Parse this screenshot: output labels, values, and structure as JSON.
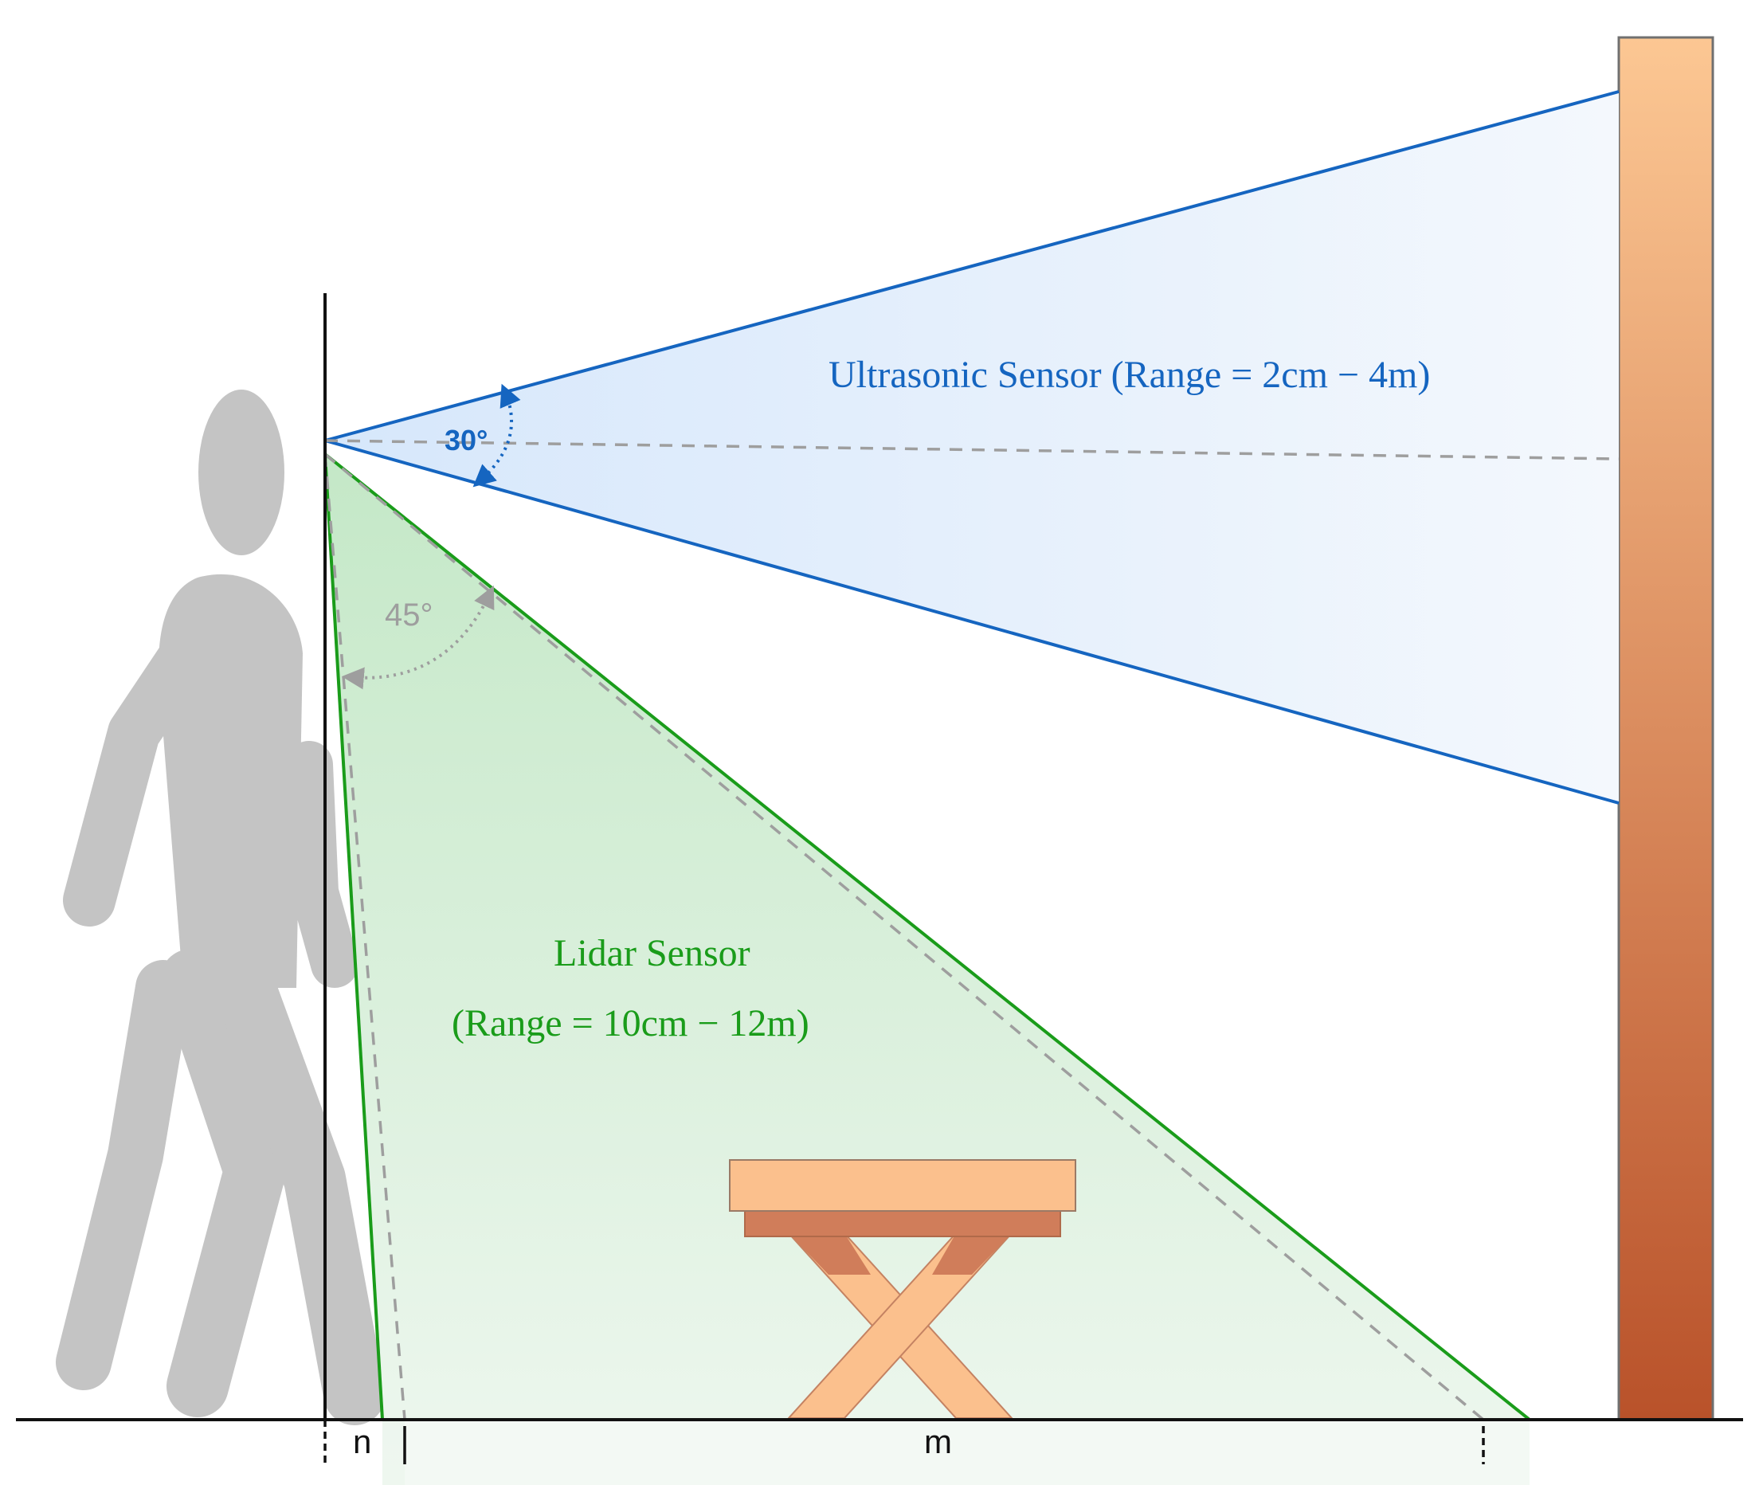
{
  "ultrasonic": {
    "label": "Ultrasonic Sensor (Range = 2cm − 4m)",
    "angle_label": "30°",
    "color": "#1565c0"
  },
  "lidar": {
    "label_line1": "Lidar Sensor",
    "label_line2": "(Range = 10cm − 12m)",
    "angle_label": "45°",
    "color": "#1a9c1a"
  },
  "ground": {
    "label_n": "n",
    "label_m": "m"
  },
  "colors": {
    "person": "#c4c4c4",
    "wall_top": "#fcc793",
    "wall_bottom": "#b9522a",
    "table_light": "#fbc08d",
    "table_dark": "#d07d5a",
    "dashed": "#9e9e9e"
  }
}
